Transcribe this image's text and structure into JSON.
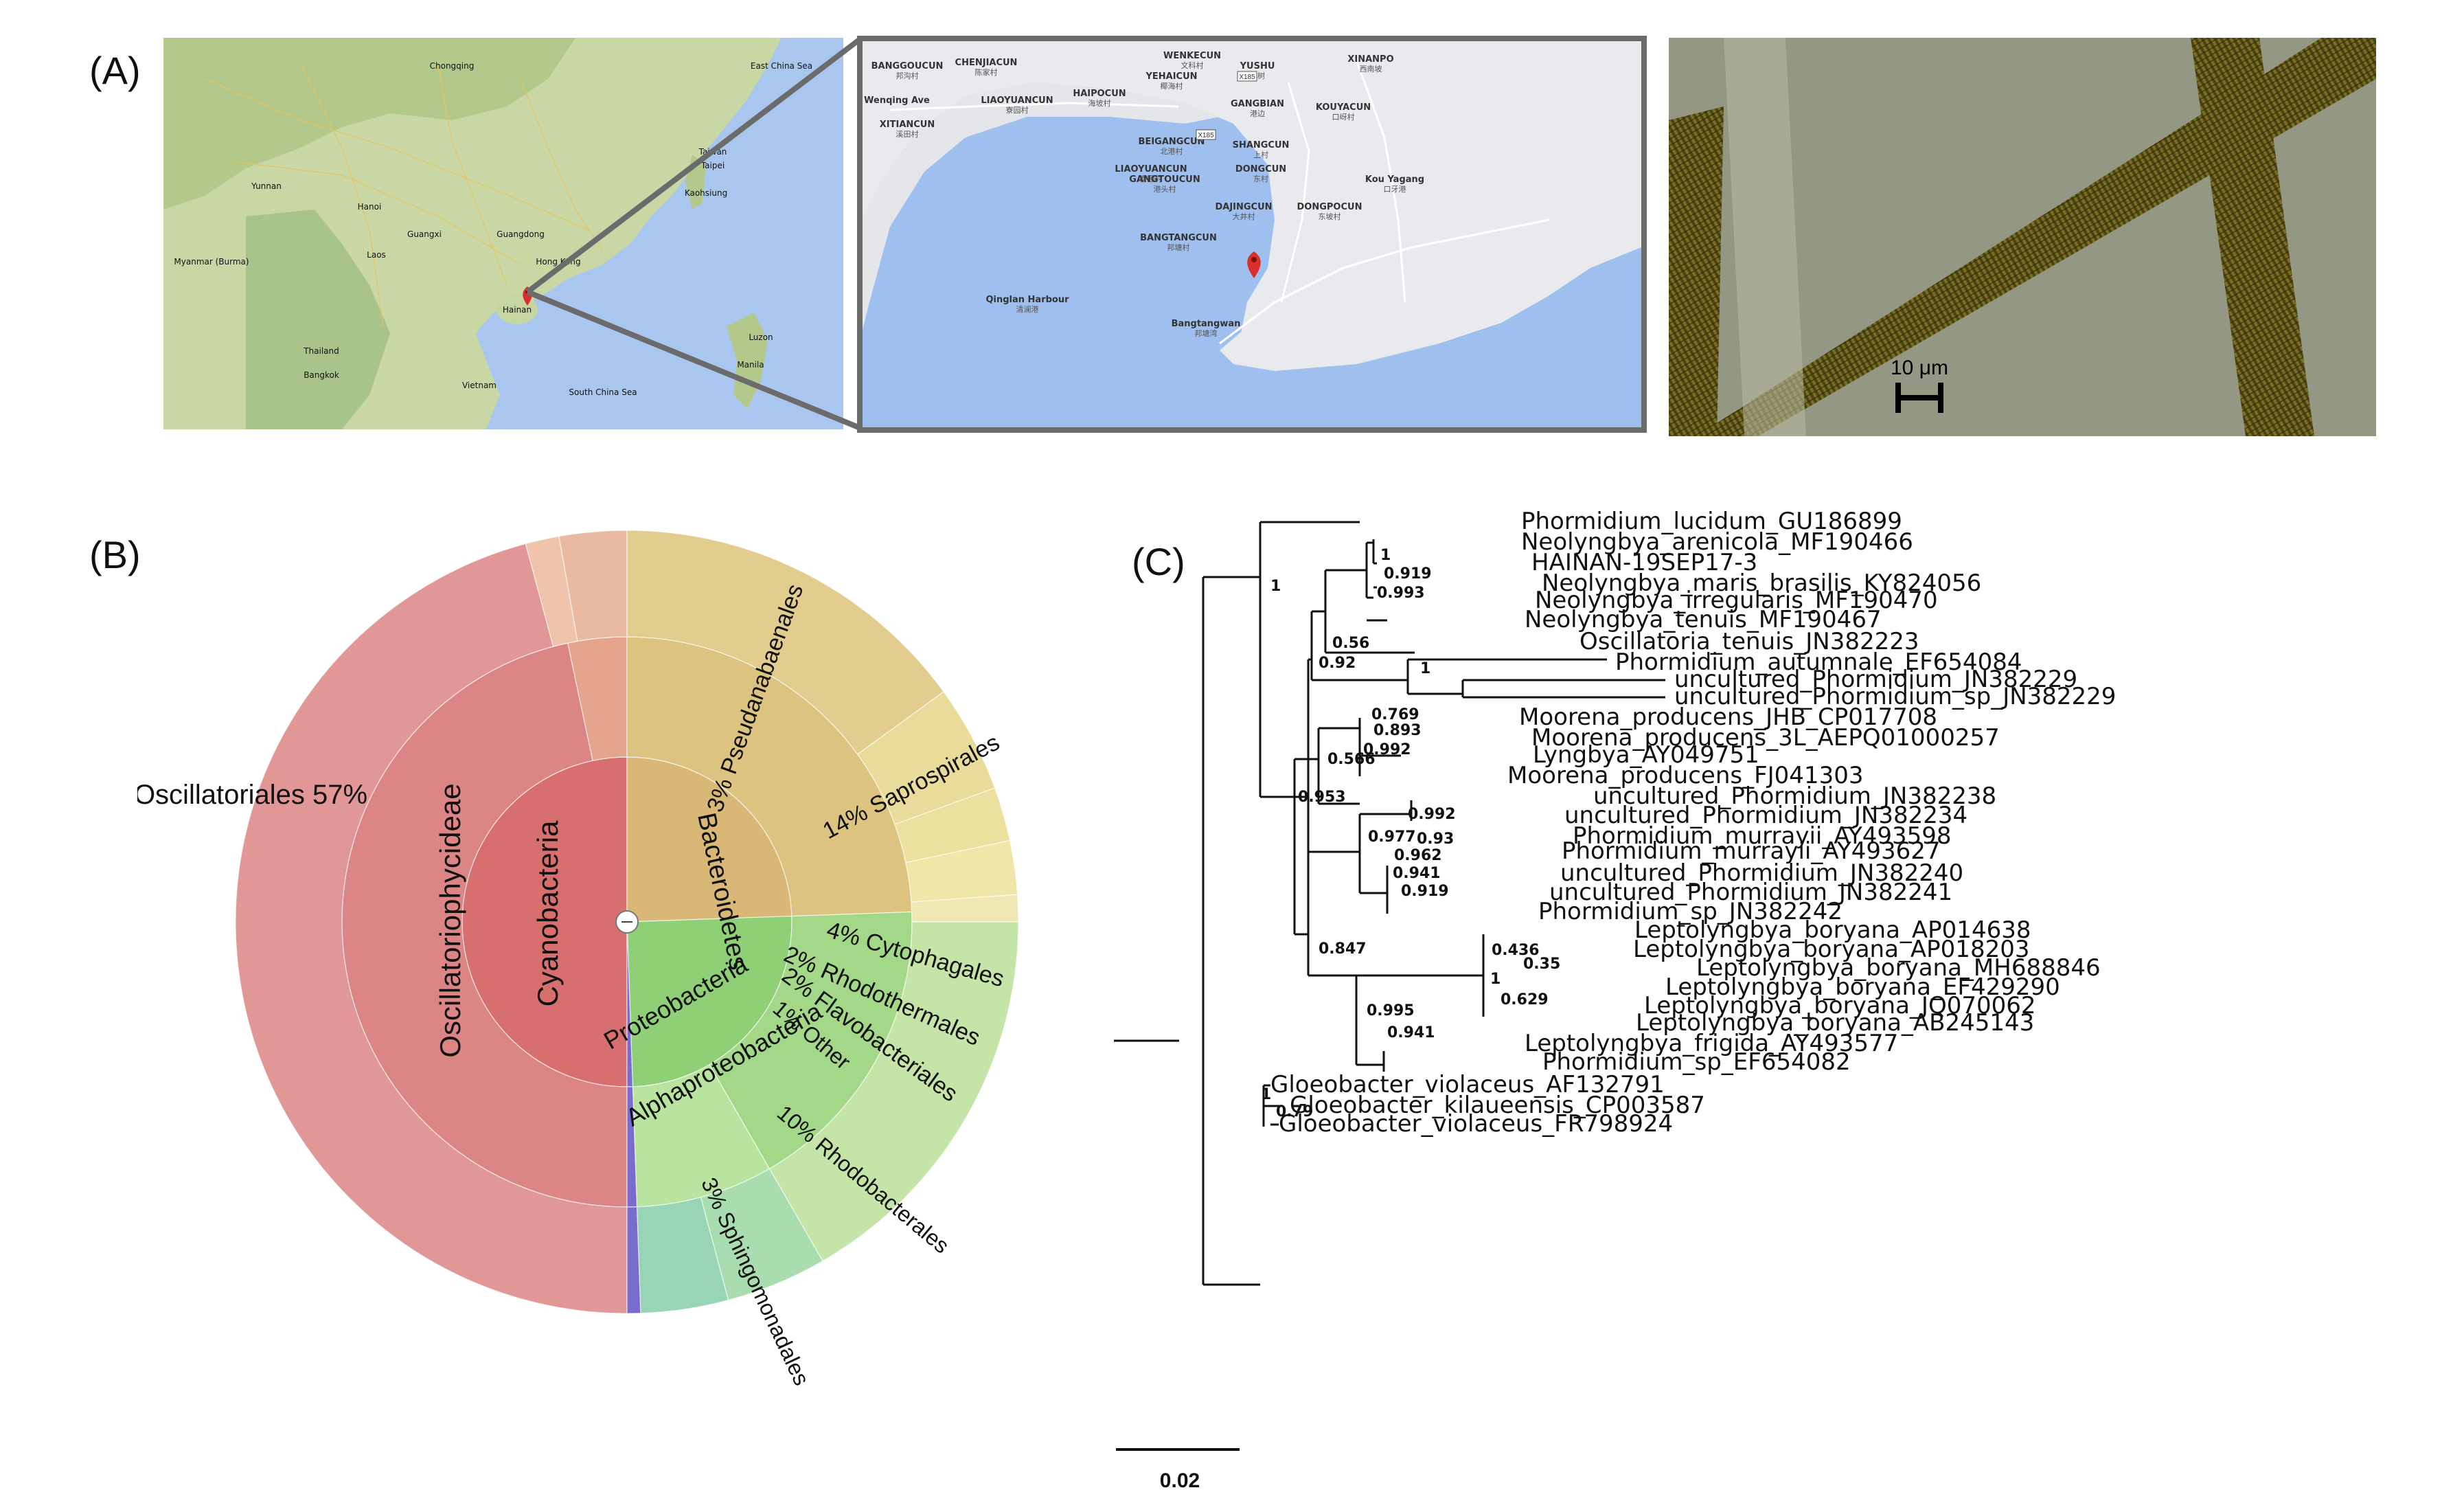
{
  "panels": {
    "a": "(A)",
    "b": "(B)",
    "c": "(C)"
  },
  "map_large": {
    "places": [
      "Chongqing",
      "East China Sea",
      "Myanmar (Burma)",
      "Laos",
      "Thailand",
      "Bangkok",
      "Vietnam",
      "Hong Kong",
      "Taiwan",
      "Taipei",
      "Kaohsiung",
      "South China Sea",
      "Manila",
      "Luzon",
      "Hanoi",
      "Yunnan",
      "Guangxi",
      "Guangdong",
      "Hainan"
    ]
  },
  "map_zoom": {
    "places": [
      {
        "name": "BANGGOUCUN",
        "sub": "邦沟村"
      },
      {
        "name": "CHENJIACUN",
        "sub": "陈家村"
      },
      {
        "name": "WENKECUN",
        "sub": "文科村"
      },
      {
        "name": "YEHAICUN",
        "sub": "椰海村"
      },
      {
        "name": "YUSHU",
        "sub": "玉树"
      },
      {
        "name": "XINANPO",
        "sub": "西南坡"
      },
      {
        "name": "HAIPOCUN",
        "sub": "海坡村"
      },
      {
        "name": "LIAOYUANCUN",
        "sub": "寮园村"
      },
      {
        "name": "GANGBIAN",
        "sub": "港边"
      },
      {
        "name": "KOUYACUN",
        "sub": "口岈村"
      },
      {
        "name": "XITIANCUN",
        "sub": "溪田村"
      },
      {
        "name": "BEIGANGCUN",
        "sub": "北港村"
      },
      {
        "name": "SHANGCUN",
        "sub": "上村"
      },
      {
        "name": "LIAOYUANCUN",
        "sub": "寮园村"
      },
      {
        "name": "DONGCUN",
        "sub": "东村"
      },
      {
        "name": "GANGTOUCUN",
        "sub": "港头村"
      },
      {
        "name": "DAJINGCUN",
        "sub": "大井村"
      },
      {
        "name": "DONGPOCUN",
        "sub": "东坡村"
      },
      {
        "name": "BANGTANGCUN",
        "sub": "邦塘村"
      },
      {
        "name": "Qinglan Harbour",
        "sub": "清澜港"
      },
      {
        "name": "Bangtangwan",
        "sub": "邦塘湾"
      },
      {
        "name": "Kou Yagang",
        "sub": "口牙港"
      },
      {
        "name": "Wenqing Ave",
        "sub": ""
      }
    ],
    "road_tags": [
      "X185",
      "X185"
    ]
  },
  "micro": {
    "scale_bar": "10 μm"
  },
  "krona": {
    "labels": {
      "oscillatoriales": "Oscillatoriales 57%",
      "oscillatoriophycideae": "Oscillatoriophycideae",
      "cyanobacteria": "Cyanobacteria",
      "pseudanabaenales": "3% Pseudanabaenales",
      "saprospirales": "14% Saprospirales",
      "bacteroidetes": "Bacteroidetes",
      "cytophagales": "4% Cytophagales",
      "rhodothermales": "2% Rhodothermales",
      "flavobacteriales": "2% Flavobacteriales",
      "other": "1% Other",
      "proteobacteria": "Proteobacteria",
      "alphaproteobacteria": "Alphaproteobacteria",
      "rhodobacterales": "10% Rhodobacterales",
      "sphingomonadales": "3% Sphingomonadales"
    },
    "colors": {
      "cyano": "#e29797",
      "bactero": "#e0ca8c",
      "proteo": "#a8dc8c",
      "pseud": "#eab9a2"
    }
  },
  "tree": {
    "taxa": [
      "Phormidium_lucidum_GU186899",
      "Neolyngbya_arenicola_MF190466",
      "HAINAN-19SEP17-3",
      "Neolyngbya_maris_brasilis_KY824056",
      "Neolyngbya_irregularis_MF190470",
      "Neolyngbya_tenuis_MF190467",
      "Oscillatoria_tenuis_JN382223",
      "Phormidium_autumnale_EF654084",
      "uncultured_Phormidium_JN382229",
      "uncultured_Phormidium_sp_JN382229",
      "Moorena_producens_JHB_CP017708",
      "Moorena_producens_3L_AEPQ01000257",
      "Lyngbya_AY049751",
      "Moorena_producens_FJ041303",
      "uncultured_Phormidium_JN382238",
      "uncultured_Phormidium_JN382234",
      "Phormidium_murrayii_AY493598",
      "Phormidium_murrayii_AY493627",
      "uncultured_Phormidium_JN382240",
      "uncultured_Phormidium_JN382241",
      "Phormidium_sp_JN382242",
      "Leptolyngbya_boryana_AP014638",
      "Leptolyngbya_boryana_AP018203",
      "Leptolyngbya_boryana_MH688846",
      "Leptolyngbya_boryana_EF429290",
      "Leptolyngbya_boryana_JQ070062",
      "Leptolyngbya_boryana_AB245143",
      "Leptolyngbya_frigida_AY493577",
      "Phormidium_sp_EF654082",
      "Gloeobacter_violaceus_AF132791",
      "Gloeobacter_kilaueensis_CP003587",
      "Gloeobacter_violaceus_FR798924"
    ],
    "supports": [
      "1",
      "0.919",
      "0.993",
      "0.56",
      "0.92",
      "1",
      "1",
      "0.769",
      "0.893",
      "0.992",
      "0.953",
      "0.566",
      "0.992",
      "0.977",
      "0.93",
      "0.962",
      "0.941",
      "0.919",
      "0.847",
      "0.436",
      "0.35",
      "1",
      "0.629",
      "0.995",
      "0.941",
      "1",
      "0.79"
    ],
    "scale_label": "0.02",
    "highlight_color": "#2aa5a5"
  }
}
